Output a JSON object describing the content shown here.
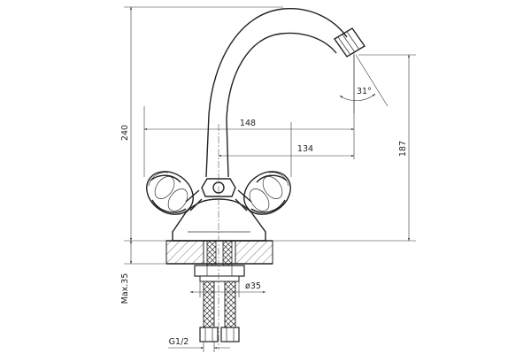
{
  "dimensions": {
    "height_total": "240",
    "spout_reach_outer": "148",
    "spout_reach_inner": "134",
    "spout_height": "187",
    "spout_angle": "31°",
    "max_mount_thickness": "Max.35",
    "mount_hole_diameter": "ø35",
    "thread_size": "G1/2"
  }
}
